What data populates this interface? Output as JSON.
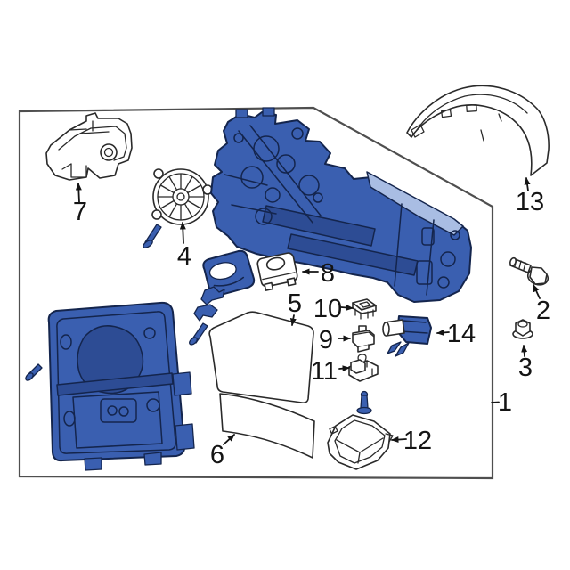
{
  "figure": {
    "description": "Exploded parts diagram of a power side-view mirror assembly"
  },
  "part_labels": {
    "p1": "1",
    "p2": "2",
    "p3": "3",
    "p4": "4",
    "p5": "5",
    "p6": "6",
    "p7": "7",
    "p8": "8",
    "p9": "9",
    "p10": "10",
    "p11": "11",
    "p12": "12",
    "p13": "13",
    "p14": "14"
  },
  "colors": {
    "part_blue": "#3a5fb0",
    "part_blue_dark": "#2d4c94",
    "outline_navy": "#14254d",
    "line_dark": "#2a2a2a",
    "frame_border": "#4f4f4f",
    "glass_tint": "#a9bde3",
    "label_color": "#141414",
    "background": "#ffffff"
  }
}
